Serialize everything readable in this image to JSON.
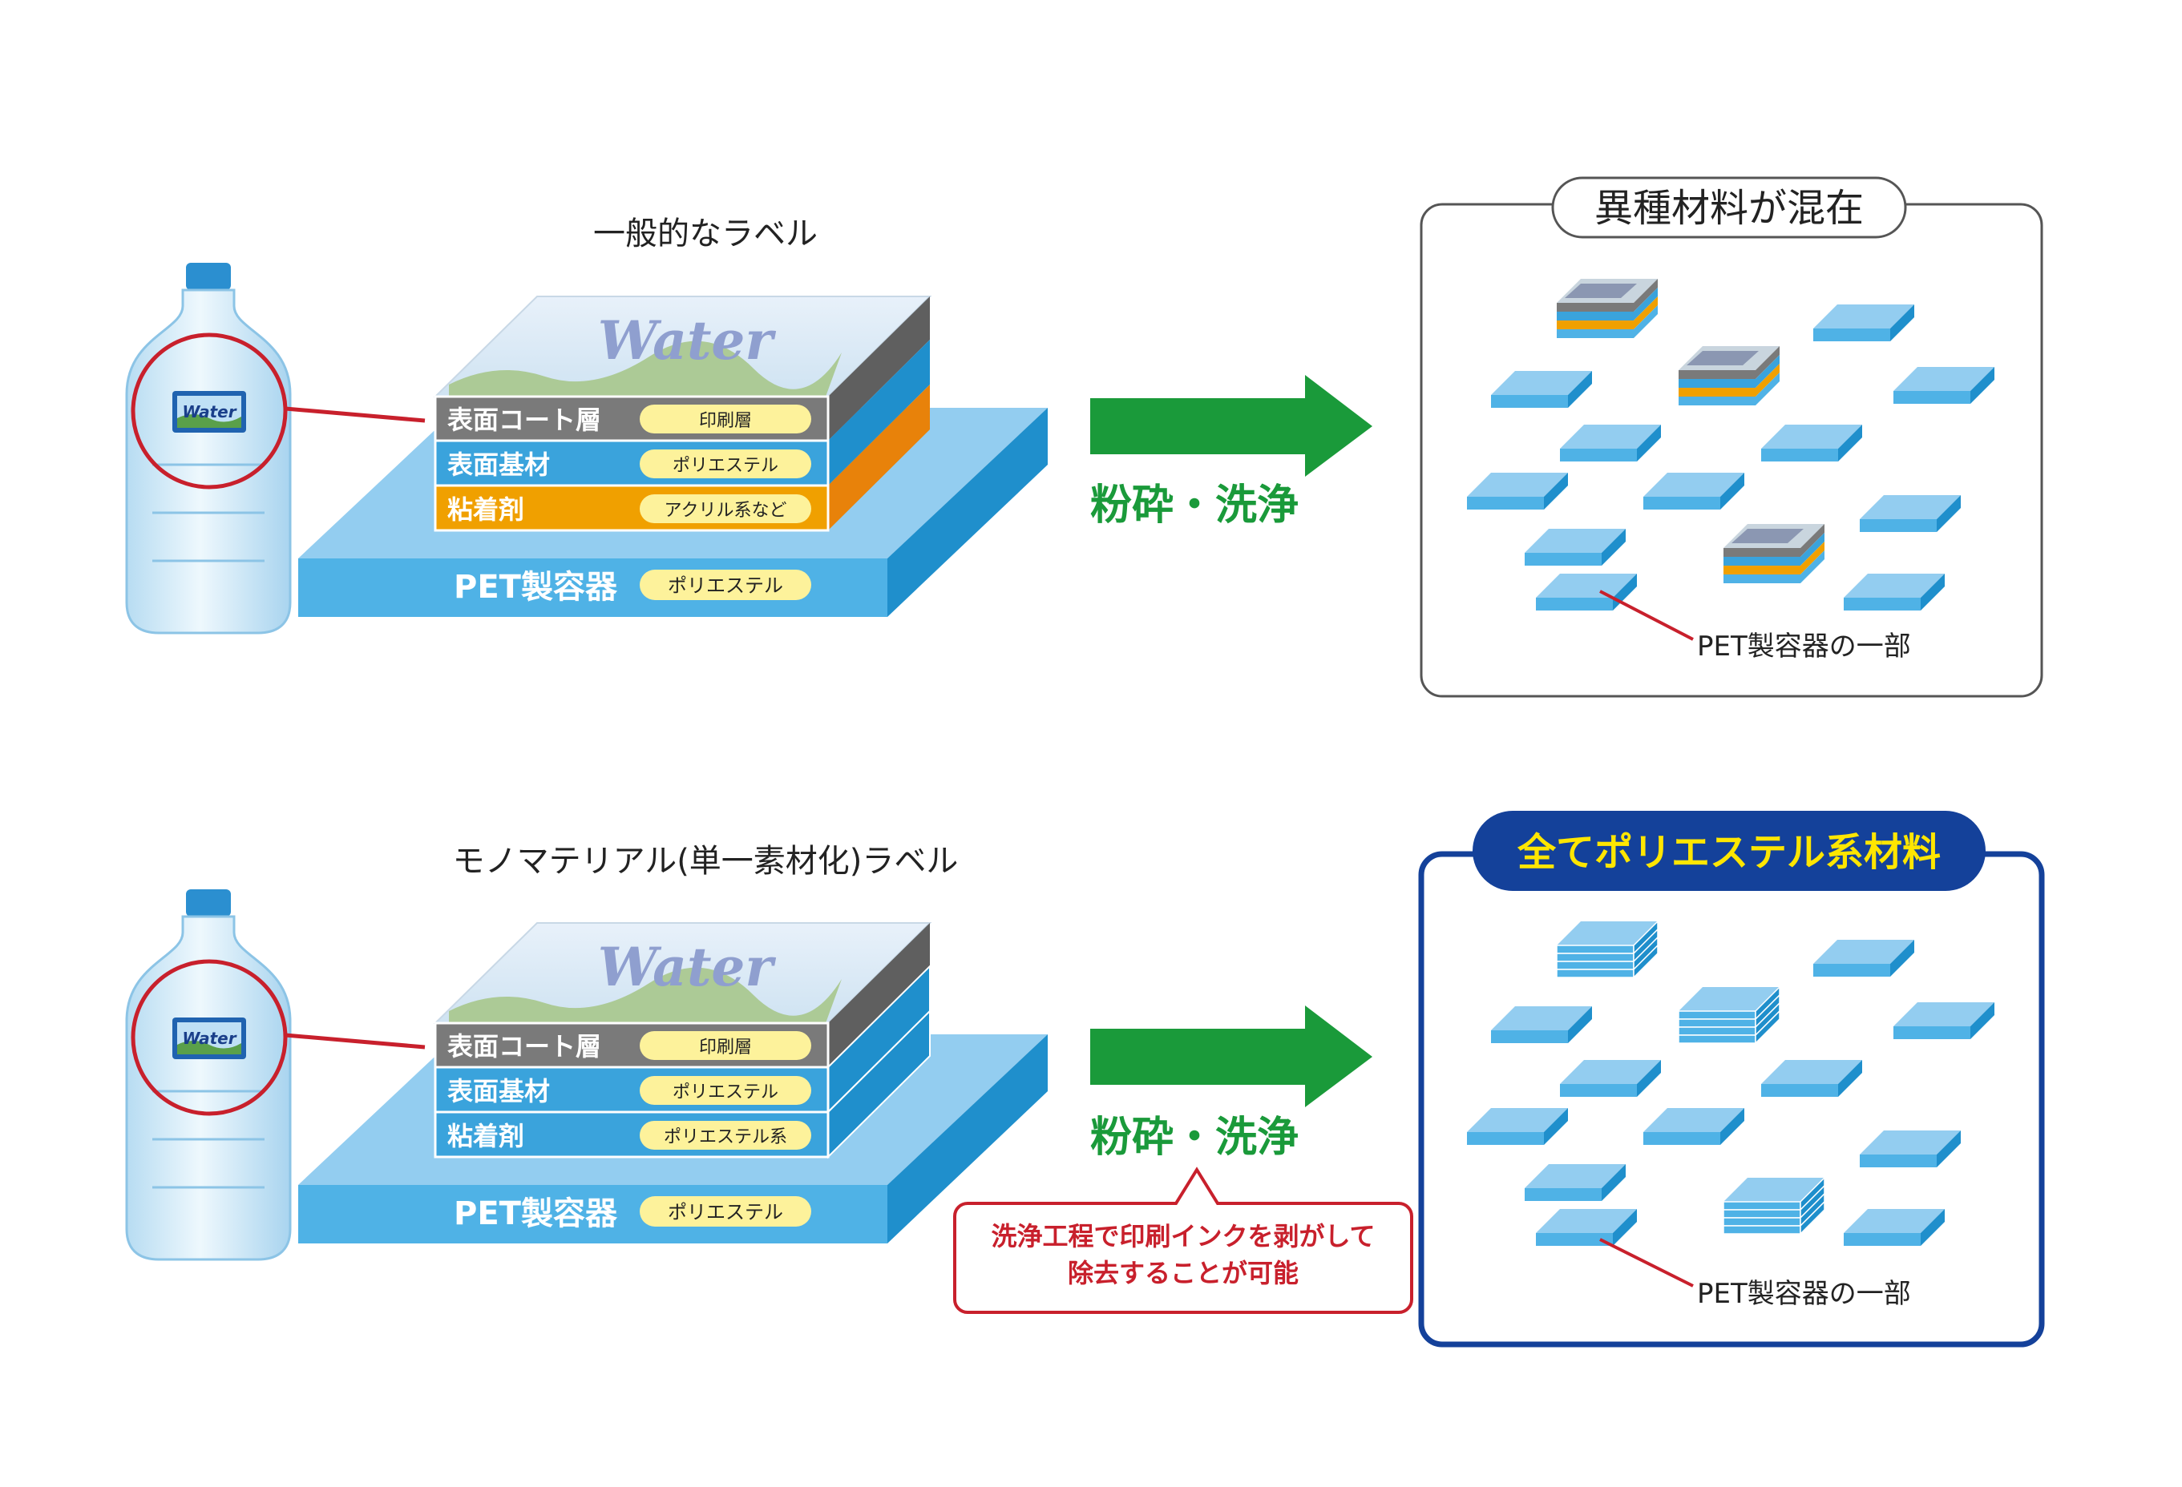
{
  "top": {
    "title": "一般的なラベル",
    "bottle_label": "Water",
    "card_word": "Water",
    "layers": [
      {
        "name": "表面コート層",
        "material": "印刷層",
        "color": "#7a7a7a"
      },
      {
        "name": "表面基材",
        "material": "ポリエステル",
        "color": "#3aa3dc"
      },
      {
        "name": "粘着剤",
        "material": "アクリル系など",
        "color": "#f0a000"
      }
    ],
    "base": {
      "name": "PET製容器",
      "material": "ポリエステル"
    },
    "arrow_label": "粉砕・洗浄",
    "result_title": "異種材料が混在",
    "pointer_label": "PET製容器の一部"
  },
  "bottom": {
    "title": "モノマテリアル(単一素材化)ラベル",
    "bottle_label": "Water",
    "card_word": "Water",
    "layers": [
      {
        "name": "表面コート層",
        "material": "印刷層",
        "color": "#7a7a7a"
      },
      {
        "name": "表面基材",
        "material": "ポリエステル",
        "color": "#3aa3dc"
      },
      {
        "name": "粘着剤",
        "material": "ポリエステル系",
        "color": "#3aa3dc"
      }
    ],
    "base": {
      "name": "PET製容器",
      "material": "ポリエステル"
    },
    "arrow_label": "粉砕・洗浄",
    "callout": [
      "洗浄工程で印刷インクを剥がして",
      "除去することが可能"
    ],
    "result_title": "全てポリエステル系材料",
    "pointer_label": "PET製容器の一部"
  },
  "colors": {
    "arrow": "#1a9a3a",
    "pet_front": "#4fb2e6",
    "pet_top": "#93cdf0",
    "pet_side": "#1f8fcc",
    "pill": "#fdf29b",
    "red_line": "#c8202c",
    "navy": "#14419a"
  }
}
